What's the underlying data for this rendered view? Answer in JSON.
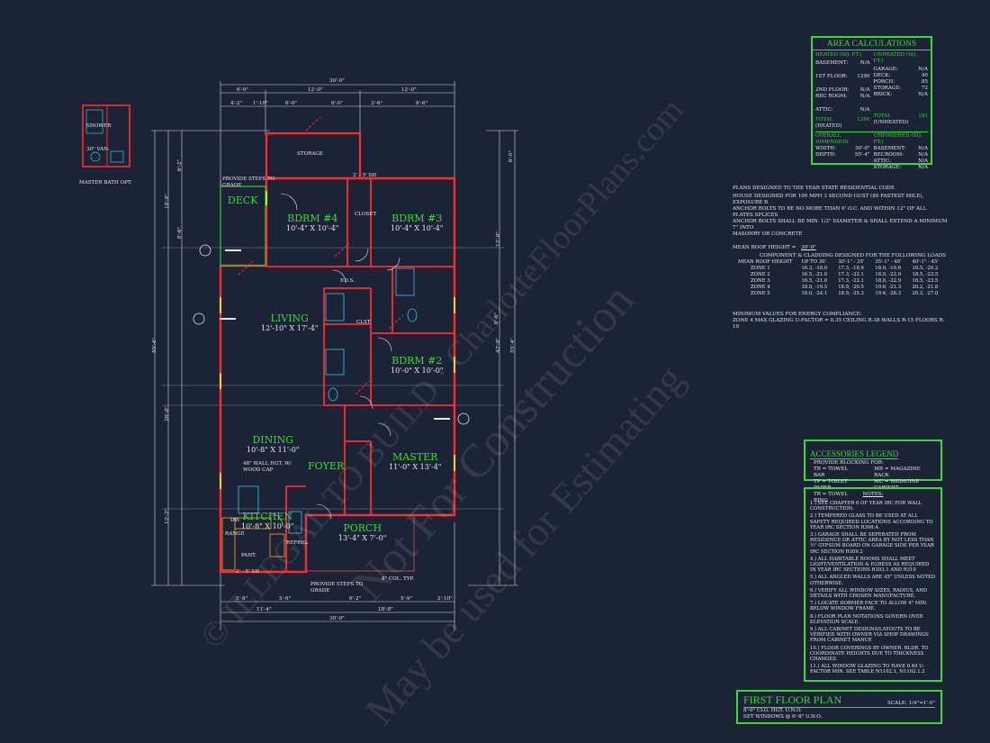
{
  "area_calc": {
    "title": "AREA CALCULATIONS",
    "heated_header": "HEATED (SQ. FT.)",
    "unheated_header": "UNHEATED (SQ. FT.)",
    "heated": [
      {
        "k": "BASEMENT:",
        "v": "N/A"
      },
      {
        "k": "1ST FLOOR:",
        "v": "1290"
      },
      {
        "k": "2ND FLOOR:",
        "v": "N/A"
      },
      {
        "k": "REC ROOM:",
        "v": "N/A"
      },
      {
        "k": "ATTIC:",
        "v": "N/A"
      }
    ],
    "unheated": [
      {
        "k": "GARAGE:",
        "v": "N/A"
      },
      {
        "k": "DECK:",
        "v": "40"
      },
      {
        "k": "PORCH:",
        "v": "85"
      },
      {
        "k": "STORAGE:",
        "v": "72"
      },
      {
        "k": "BRICK:",
        "v": "N/A"
      }
    ],
    "total_heated_label": "TOTAL",
    "total_heated_sub": "(HEATED)",
    "total_heated": "1290",
    "total_unheated_label": "TOTAL",
    "total_unheated_sub": "(UNHEATED)",
    "total_unheated": "181",
    "overall_header": "OVERALL DIMENSION",
    "unfinished_header": "UNFINISHED (SQ. FT.)",
    "width_label": "WIDTH:",
    "width": "30'-0\"",
    "depth_label": "DEPTH:",
    "depth": "55'-4\"",
    "unfinished": [
      {
        "k": "BASEMENT:",
        "v": "N/A"
      },
      {
        "k": "RECROOM:",
        "v": "N/A"
      },
      {
        "k": "ATTIC:",
        "v": "N/A"
      },
      {
        "k": "STORAGE:",
        "v": "N/A"
      }
    ]
  },
  "code_notes": {
    "lines": [
      "PLANS DESIGNED TO THE YEAR STATE RESIDENTIAL CODE",
      "HOUSE DESIGNED FOR 100 MPH 3 SECOND GUST (80 FASTEST MILE), EXPOSURE B",
      "ANCHOR BOLTS TO BE NO MORE THAN 6' O.C. AND WITHIN 12\" OF ALL PLATES SPLICES",
      "ANCHOR BOLTS SHALL BE MIN. 1/2\" DIAMETER & SHALL EXTEND A MINIMUM 7\" INTO",
      "MASONRY OR CONCRETE"
    ],
    "roof_height_label": "MEAN ROOF HEIGHT =",
    "roof_height": "30'-0\"",
    "cladding_title": "COMPONENT & CLADDING DESIGNED FOR THE FOLLOWING LOADS",
    "cladding_header": [
      "MEAN ROOF HEIGHT",
      "UP TO 30'",
      "30'-1\" - 35'",
      "35'-1\" - 40'",
      "40'-1\" - 45'"
    ],
    "cladding_rows": [
      [
        "ZONE 1",
        "16.3, -18.0",
        "17.3, -18.9",
        "18.0, -19.6",
        "18.5, -20.2"
      ],
      [
        "ZONE 2",
        "16.5, -21.0",
        "17.3, -22.1",
        "18.0, -22.9",
        "18.5, -23.5"
      ],
      [
        "ZONE 3",
        "16.5, -21.0",
        "17.3, -22.1",
        "18.0, -22.9",
        "18.5, -23.5"
      ],
      [
        "ZONE 4",
        "18.0, -19.5",
        "18.9, -20.5",
        "19.6, -21.3",
        "20.2, -21.8"
      ],
      [
        "ZONE 5",
        "18.0, -24.1",
        "18.9, -25.3",
        "19.6, -26.3",
        "20.2, -27.0"
      ]
    ],
    "energy_title": "MINIMUM VALUES FOR ENERGY COMPLIANCE:",
    "energy_line": "ZONE 4   MAX GLAZING U-FACTOR = 0.35   CEILING R-38   WALLS R-15   FLOORS R-19"
  },
  "accessories": {
    "title": "ACCESSORIES LEGEND",
    "intro": "PROVIDE BLOCKING FOR:",
    "left": [
      "TB = TOWEL BAR",
      "TP = TOILET PAPER",
      "TR = TOWEL RING"
    ],
    "right": [
      "MR = MAGAZINE RACK",
      "MC = MEDICINE CABINET"
    ]
  },
  "notes": {
    "title": "NOTES:",
    "items": [
      "1.) SEE CHAPTER 6 OF YEAR IRC FOR WALL CONSTRUCTION.",
      "2.) TEMPERED GLASS TO BE USED AT ALL SAFETY REQUIRED LOCATIONS ACCORDING TO YEAR IRC SECTION R308.4.",
      "3.) GARAGE SHALL BE SEPERATED FROM RESIDENCE OR ATTIC AREA BY NOT LESS THAN ½\" GYPSUM BOARD ON GARAGE SIDE PER YEAR IRC SECTION R309.2",
      "4.) ALL HABITABLE ROOMS SHALL MEET LIGHT/VENTILATION & EGRESS AS REQUIRED IN YEAR IRC SECTIONS R303.1 AND R310",
      "5.) ALL ANGLED WALLS ARE 45° UNLESS NOTED OTHERWISE.",
      "6.) VERIFY ALL WINDOW SIZES, RADIUS, AND DETAILS WITH CHOSEN MANUFACTURE.",
      "7.) LOCATE DORMER FACE TO ALLOW 4\" MIN. BELOW WINDOW FRAME.",
      "8.) FLOOR PLAN NOTATIONS GOVERN OVER ELEVATION SCALE.",
      "9.) ALL CABINET DESIGNS/LAYOUTS TO BE VERIFIED WITH OWNER VIA SHOP DRAWINGS FROM CABINET MANUF.",
      "10.) FLOOR COVERINGS BY OWNER. BLDR. TO COORDINATE HEIGHTS DUE TO THICKNESS CHANGES.",
      "11.) ALL WINDOW GLAZING TO HAVE 0.40 U-FACTOR MIN. SEE TABLE N1102.1, N1102.1.2"
    ]
  },
  "title_block": {
    "title": "FIRST FLOOR PLAN",
    "scale": "SCALE: 1/4\"=1'-0\"",
    "line1": "8'-0\" CLG. HGT. U.N.O.",
    "line2": "SET WINDOWS @ 6'-8\" U.N.O."
  },
  "watermark": {
    "line1": "© ILLEGAL TO BUILD · CharlotteFloorPlans.com",
    "line2": "Not For Construction",
    "line3": "May be used for Estimating"
  },
  "plan": {
    "rooms": [
      {
        "name": "BDRM #4",
        "size": "10'-4\" X 10'-4\""
      },
      {
        "name": "BDRM #3",
        "size": "10'-4\" X 10'-4\""
      },
      {
        "name": "LIVING",
        "size": "12'-10\" X 17'-4\""
      },
      {
        "name": "BDRM #2",
        "size": "10'-0\" X 10'-0\""
      },
      {
        "name": "DINING",
        "size": "10'-8\" X 11'-0\""
      },
      {
        "name": "MASTER",
        "size": "11'-0\" X 13'-4\""
      },
      {
        "name": "FOYER",
        "size": ""
      },
      {
        "name": "KITCHEN",
        "size": "10'-8\" X 10'-0\""
      },
      {
        "name": "PORCH",
        "size": "13'-4\" X 7'-0\""
      },
      {
        "name": "DECK",
        "size": ""
      }
    ],
    "labels": {
      "storage": "STORAGE",
      "closet": "CLOSET",
      "clst": "CLST.",
      "pds": "P.D.S.",
      "steps_top": "PROVIDE STEPS TO GRADE",
      "steps_bottom": "PROVIDE STEPS TO GRADE",
      "wall_note": "48\" WALL HGT. W/ WOOD CAP",
      "col_note": "8\" COL. TYP.",
      "window_sh": "2' - 5' SH",
      "window_sh2": "2' - 5' SH",
      "master_bath": "MASTER BATH OPT.",
      "shower": "SHOWER",
      "van": "30\" VAN.",
      "fridge": "REFRIG.",
      "pantry": "PANT.",
      "dw": "DW",
      "range": "RANGE"
    },
    "dims_top": [
      "30'-0\"",
      "6'-0\"",
      "12'-0\"",
      "12'-0\"",
      "4'-2\"",
      "1'-10\"",
      "6'-0\"",
      "6'-0\"",
      "3'-6\"",
      "8'-6\""
    ],
    "dims_bottom": [
      "5'-8\"",
      "5'-6\"",
      "6'-2\"",
      "5'-9\"",
      "2'-10\"",
      "11'-4\"",
      "18'-8\"",
      "30'-0\""
    ],
    "dims_left": [
      "55'-4\"",
      "28'-8\"",
      "18'-8\"",
      "12'-2\"",
      "8'-6\"",
      "6'-2\""
    ],
    "dims_right": [
      "55'-4\"",
      "42'-8\"",
      "12'-8\"",
      "9'-6\"",
      "6'-0\""
    ]
  }
}
